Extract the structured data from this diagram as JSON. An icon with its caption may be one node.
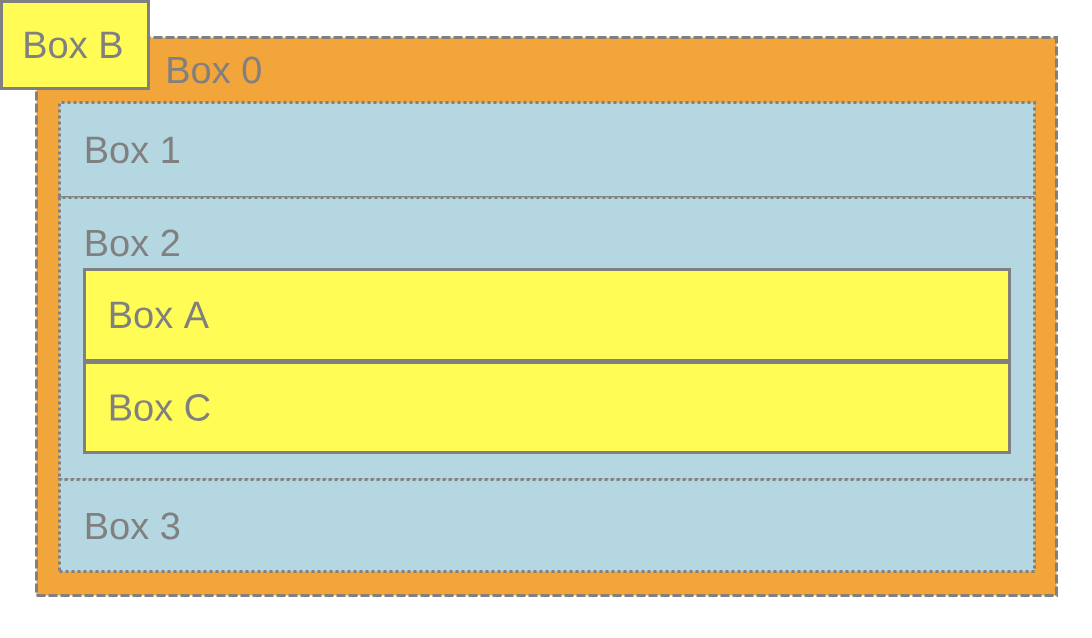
{
  "diagram": {
    "nodes": [
      {
        "text": [
          "Box B"
        ]
      },
      {
        "text": [
          "Box 0"
        ]
      },
      {
        "text": [
          "Box 1"
        ],
        "in": 1
      },
      {
        "text": [
          "Box 2"
        ],
        "in": 1
      },
      {
        "text": [
          "Box A"
        ],
        "in": 3
      },
      {
        "text": [
          "Box C"
        ],
        "in": 3
      },
      {
        "text": [
          "Box 3"
        ],
        "in": 1
      }
    ]
  }
}
